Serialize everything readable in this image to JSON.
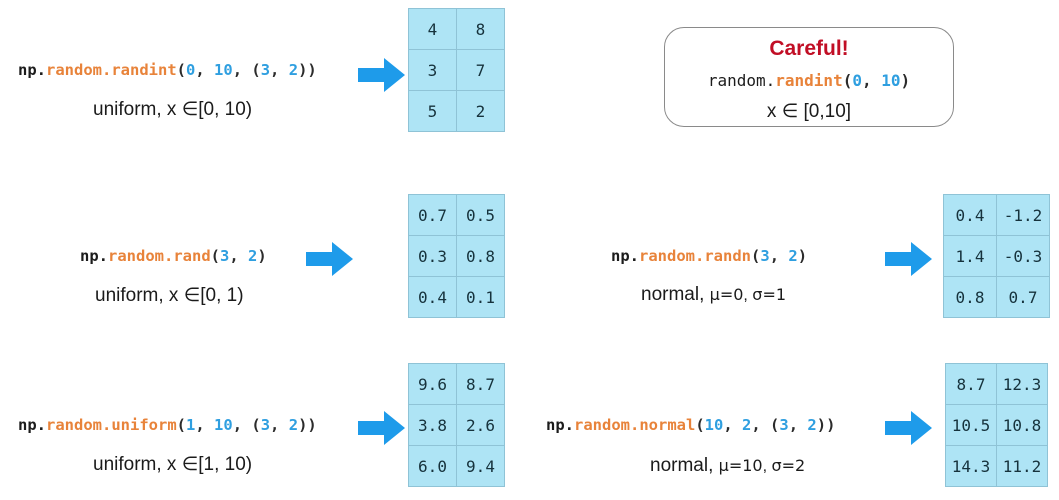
{
  "accent": {
    "arrow": "#1e9bea",
    "cell_bg": "#aee4f5",
    "cell_border": "#8fc3d6",
    "code_orange": "#e8833a",
    "code_blue": "#2f9fe0",
    "warning_red": "#c10e25"
  },
  "rows": [
    {
      "id": "randint",
      "code": {
        "prefix": "np.",
        "package": "random.",
        "func": "randint",
        "open": "(",
        "args": "0, 10, (3, 2)",
        "arg_tokens": [
          "0",
          ", ",
          "10",
          ", ",
          "(",
          "3",
          ", ",
          "2",
          ")"
        ],
        "close": ")",
        "full": "np.random.randint(0, 10, (3, 2))"
      },
      "description": "uniform, x ∈[0, 10)",
      "arrow_icon": "right-arrow-icon",
      "matrix": {
        "shape": [
          3,
          2
        ],
        "values": [
          [
            "4",
            "8"
          ],
          [
            "3",
            "7"
          ],
          [
            "5",
            "2"
          ]
        ],
        "width_class": "w-int"
      }
    },
    {
      "id": "rand",
      "code": {
        "prefix": "np.",
        "package": "random.",
        "func": "rand",
        "open": "(",
        "args": "3, 2",
        "arg_tokens": [
          "3",
          ", ",
          "2"
        ],
        "close": ")",
        "full": "np.random.rand(3, 2)"
      },
      "description": "uniform, x ∈[0, 1)",
      "arrow_icon": "right-arrow-icon",
      "matrix": {
        "shape": [
          3,
          2
        ],
        "values": [
          [
            "0.7",
            "0.5"
          ],
          [
            "0.3",
            "0.8"
          ],
          [
            "0.4",
            "0.1"
          ]
        ],
        "width_class": "w-dec"
      }
    },
    {
      "id": "uniform",
      "code": {
        "prefix": "np.",
        "package": "random.",
        "func": "uniform",
        "open": "(",
        "args": "1, 10, (3, 2)",
        "arg_tokens": [
          "1",
          ", ",
          "10",
          ", ",
          "(",
          "3",
          ", ",
          "2",
          ")"
        ],
        "close": ")",
        "full": "np.random.uniform(1, 10, (3, 2))"
      },
      "description": "uniform, x ∈[1, 10)",
      "arrow_icon": "right-arrow-icon",
      "matrix": {
        "shape": [
          3,
          2
        ],
        "values": [
          [
            "9.6",
            "8.7"
          ],
          [
            "3.8",
            "2.6"
          ],
          [
            "6.0",
            "9.4"
          ]
        ],
        "width_class": "w-dec"
      }
    },
    {
      "id": "randn",
      "code": {
        "prefix": "np.",
        "package": "random.",
        "func": "randn",
        "open": "(",
        "args": "3, 2",
        "arg_tokens": [
          "3",
          ", ",
          "2"
        ],
        "close": ")",
        "full": "np.random.randn(3, 2)"
      },
      "description_parts": {
        "lead": "normal, ",
        "mu": "μ=0",
        "sep": ",  ",
        "sigma": "σ=1"
      },
      "description": "normal, μ=0,  σ=1",
      "arrow_icon": "right-arrow-icon",
      "matrix": {
        "shape": [
          3,
          2
        ],
        "values": [
          [
            "0.4",
            "-1.2"
          ],
          [
            "1.4",
            "-0.3"
          ],
          [
            "0.8",
            "0.7"
          ]
        ],
        "width_class": "w-neg"
      }
    },
    {
      "id": "normal",
      "code": {
        "prefix": "np.",
        "package": "random.",
        "func": "normal",
        "open": "(",
        "args": "10, 2, (3, 2)",
        "arg_tokens": [
          "10",
          ", ",
          "2",
          ", ",
          "(",
          "3",
          ", ",
          "2",
          ")"
        ],
        "close": ")",
        "full": "np.random.normal(10, 2, (3, 2))"
      },
      "description_parts": {
        "lead": "normal, ",
        "mu": "μ=10",
        "sep": ",  ",
        "sigma": "σ=2"
      },
      "description": "normal, μ=10,  σ=2",
      "arrow_icon": "right-arrow-icon",
      "matrix": {
        "shape": [
          3,
          2
        ],
        "values": [
          [
            "8.7",
            "12.3"
          ],
          [
            "10.5",
            "10.8"
          ],
          [
            "14.3",
            "11.2"
          ]
        ],
        "width_class": "w-two"
      }
    }
  ],
  "callout": {
    "title": "Careful!",
    "code": {
      "prefix": "random.",
      "func": "randint",
      "open": "(",
      "arg1": "0",
      "comma": ", ",
      "arg2": "10",
      "close": ")",
      "full": "random.randint(0, 10)"
    },
    "range": "x ∈ [0,10]"
  }
}
